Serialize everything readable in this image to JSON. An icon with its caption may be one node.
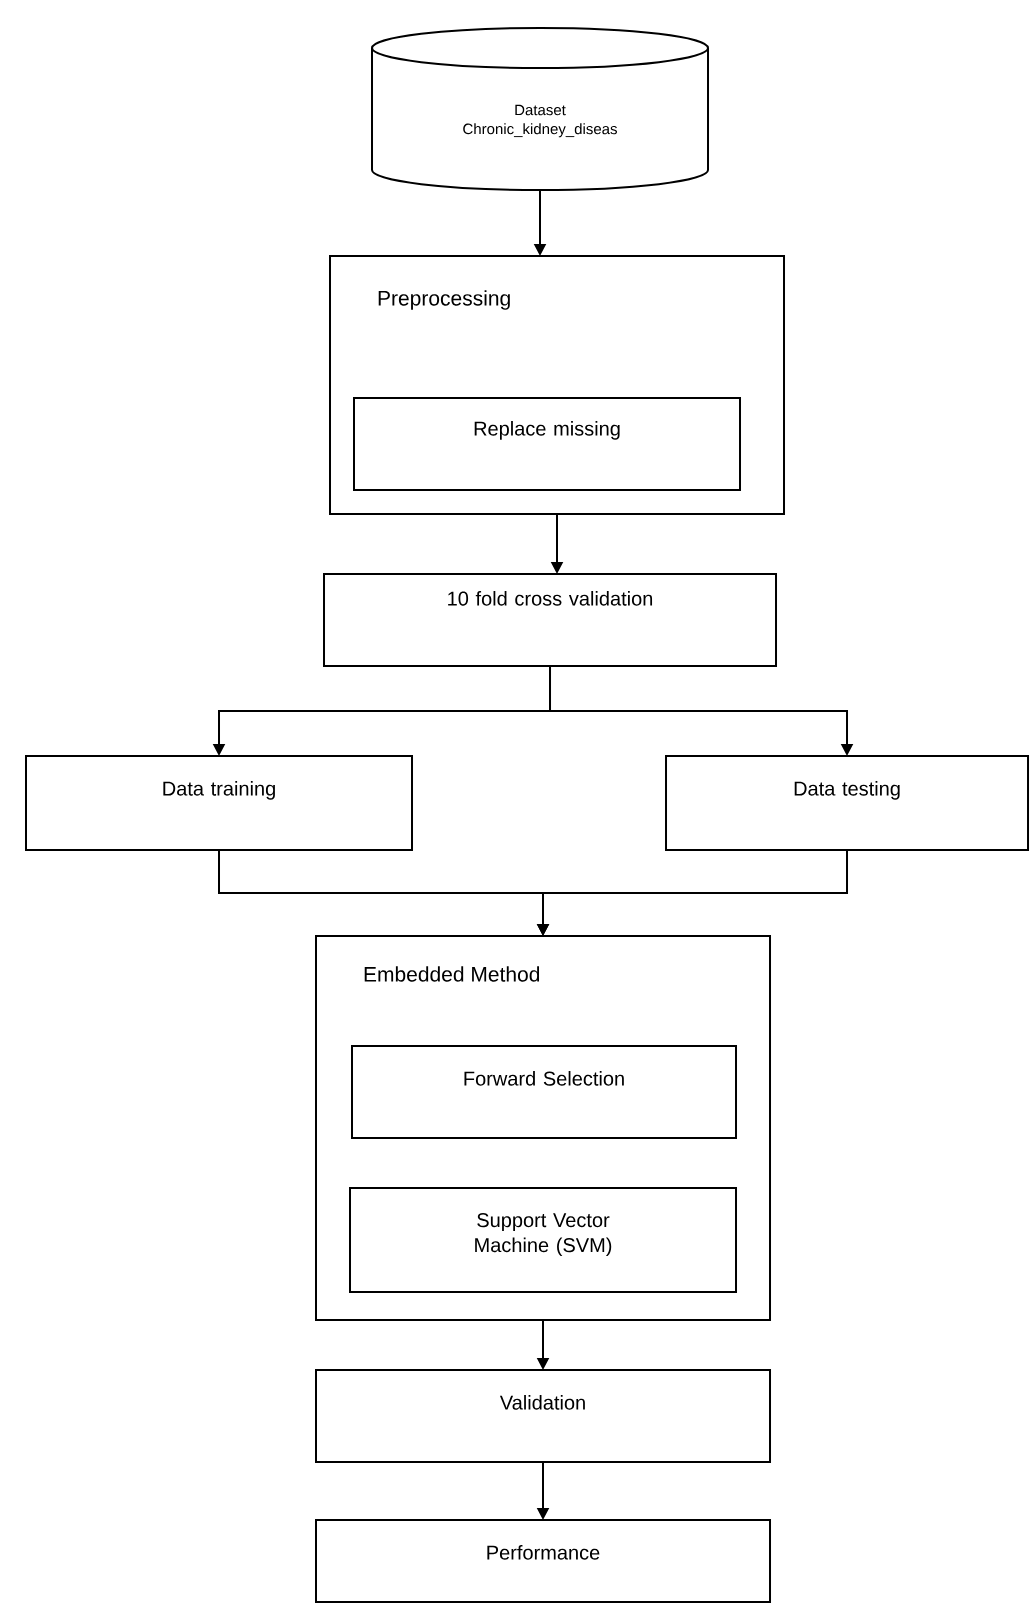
{
  "diagram": {
    "nodes": [
      {
        "text": [
          "Dataset Chronic_kidney_diseas"
        ]
      },
      {
        "text": [
          "Preprocessing"
        ]
      },
      {
        "text": [
          "Replace missing"
        ],
        "in": 1
      },
      {
        "text": [
          "10 fold cross validation"
        ]
      },
      {
        "text": [
          "Data training"
        ]
      },
      {
        "text": [
          "Data testing"
        ]
      },
      {
        "text": [
          "Embedded Method"
        ]
      },
      {
        "text": [
          "Forward Selection"
        ],
        "in": 6
      },
      {
        "text": [
          "Support Vector Machine (SVM)"
        ],
        "in": 6
      },
      {
        "text": [
          "Validation"
        ]
      },
      {
        "text": [
          "Performance"
        ]
      }
    ],
    "edges": [
      {
        "from": 0,
        "to": 1,
        "arrow": "to"
      },
      {
        "from": 1,
        "to": 3,
        "arrow": "to"
      },
      {
        "from": 3,
        "to": 4,
        "arrow": "to"
      },
      {
        "from": 3,
        "to": 5,
        "arrow": "to"
      },
      {
        "from": 4,
        "to": 6,
        "arrow": "to"
      },
      {
        "from": 5,
        "to": 6,
        "arrow": "to"
      },
      {
        "from": 6,
        "to": 9,
        "arrow": "to"
      },
      {
        "from": 9,
        "to": 10,
        "arrow": "to"
      }
    ]
  }
}
